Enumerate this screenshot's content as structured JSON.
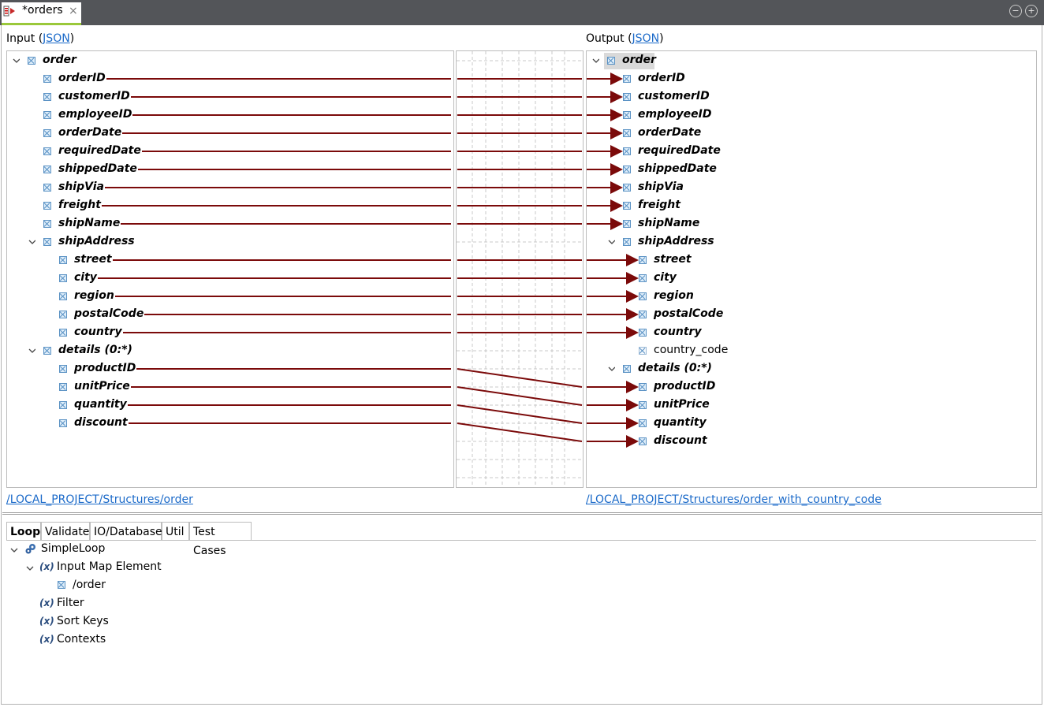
{
  "tab": {
    "title": "*orders",
    "close": "×"
  },
  "window_controls": {
    "minimize": "−",
    "maximize": "+"
  },
  "input_header": {
    "label": "Input (",
    "link": "JSON",
    "suffix": ")"
  },
  "output_header": {
    "label": "Output (",
    "link": "JSON",
    "suffix": ")"
  },
  "input_tree": {
    "root": "order",
    "fields": [
      "orderID",
      "customerID",
      "employeeID",
      "orderDate",
      "requiredDate",
      "shippedDate",
      "shipVia",
      "freight",
      "shipName"
    ],
    "shipAddress": {
      "label": "shipAddress",
      "children": [
        "street",
        "city",
        "region",
        "postalCode",
        "country"
      ]
    },
    "details": {
      "label": "details (0:*)",
      "children": [
        "productID",
        "unitPrice",
        "quantity",
        "discount"
      ]
    }
  },
  "output_tree": {
    "root": "order",
    "fields": [
      "orderID",
      "customerID",
      "employeeID",
      "orderDate",
      "requiredDate",
      "shippedDate",
      "shipVia",
      "freight",
      "shipName"
    ],
    "shipAddress": {
      "label": "shipAddress",
      "children": [
        "street",
        "city",
        "region",
        "postalCode",
        "country"
      ],
      "unmapped": "country_code"
    },
    "details": {
      "label": "details (0:*)",
      "children": [
        "productID",
        "unitPrice",
        "quantity",
        "discount"
      ]
    }
  },
  "input_path": "/LOCAL_PROJECT/Structures/order",
  "output_path": "/LOCAL_PROJECT/Structures/order_with_country_code",
  "bottom_tabs": [
    "Loop",
    "Validate",
    "IO/Database",
    "Util",
    "Test Cases"
  ],
  "loop_tree": {
    "root": "SimpleLoop",
    "input_map": "Input Map Element",
    "input_map_child": "/order",
    "items": [
      "Filter",
      "Sort Keys",
      "Contexts"
    ]
  },
  "colors": {
    "mapping_line": "#7b0a0a",
    "link": "#1b6ac9",
    "header": "#535559",
    "tab_accent": "#9ac83a"
  }
}
